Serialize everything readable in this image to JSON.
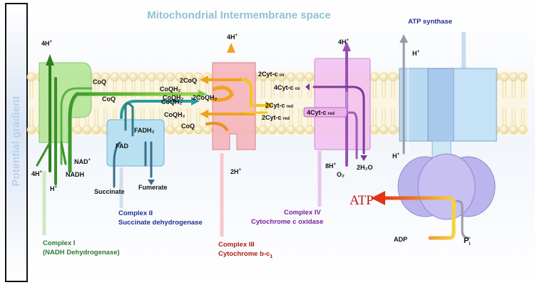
{
  "title": "Mitochondrial Intermembrane space",
  "side_label": "Potential gradient",
  "colors": {
    "complex1": "#a8e08a",
    "complex2": "#a9d9ee",
    "complex3": "#f4a9b2",
    "complex4": "#f0b3ef",
    "synthase": "#b8d8f2",
    "synthase_head": "#b9b2ec",
    "membrane": "#f6e8bb",
    "cap_complex1": "#2d7a2d",
    "cap_complex2": "#1e2f8f",
    "cap_complex3": "#b21a1a",
    "cap_complex4": "#7a1f9a",
    "atp": "#d33020"
  },
  "complex1": {
    "caption_line1": "Complex I",
    "caption_line2": "(NADH Dehydrogenase)",
    "top_proton": "4H",
    "coq": "CoQ",
    "coqh2": "CoQH₂",
    "nad": "NAD",
    "nadh": "NADH",
    "bottom_4h": "4H",
    "bottom_h": "H"
  },
  "complex2": {
    "caption_line1": "Complex II",
    "caption_line2": "Succinate dehydrogenase",
    "coq": "CoQ",
    "coqh2": "CoQH₂",
    "fadh2": "FADH₂",
    "fad": "FAD",
    "succinate": "Succinate",
    "fumerate": "Fumerate"
  },
  "complex3": {
    "caption_line1": "Complex III",
    "caption_line2": "Cytochrome b-c",
    "caption_sub": "1",
    "top_proton": "4H",
    "coq2": "2CoQ",
    "coqh2_a": "CoQH₂",
    "coqh2_center": "2CoQH₂",
    "coqh2_b": "CoQH₂",
    "coq": "CoQ",
    "bottom_proton": "2H",
    "cyt_ox": "2Cyt-c",
    "cyt_ox_sub": "ox",
    "cyt_red_a": "2Cyt-c",
    "cyt_red_a_sub": "red",
    "cyt_red_b": "2Cyt-c",
    "cyt_red_b_sub": "red"
  },
  "complex4": {
    "caption_line1": "Complex IV",
    "caption_line2": "Cytochrome c oxidase",
    "top_proton": "4H",
    "cyt_ox": "4Cyt-c",
    "cyt_ox_sub": "ox",
    "cyt_red": "4Cyt-c",
    "cyt_red_sub": "red",
    "bottom_8h": "8H",
    "o2": "O₂",
    "h2o": "2H₂O"
  },
  "synthase": {
    "caption": "ATP synthase",
    "proton_top": "H",
    "proton_bottom": "H",
    "atp": "ATP",
    "adp": "ADP",
    "pi": "P",
    "pi_sub": "i"
  },
  "plus": "+"
}
